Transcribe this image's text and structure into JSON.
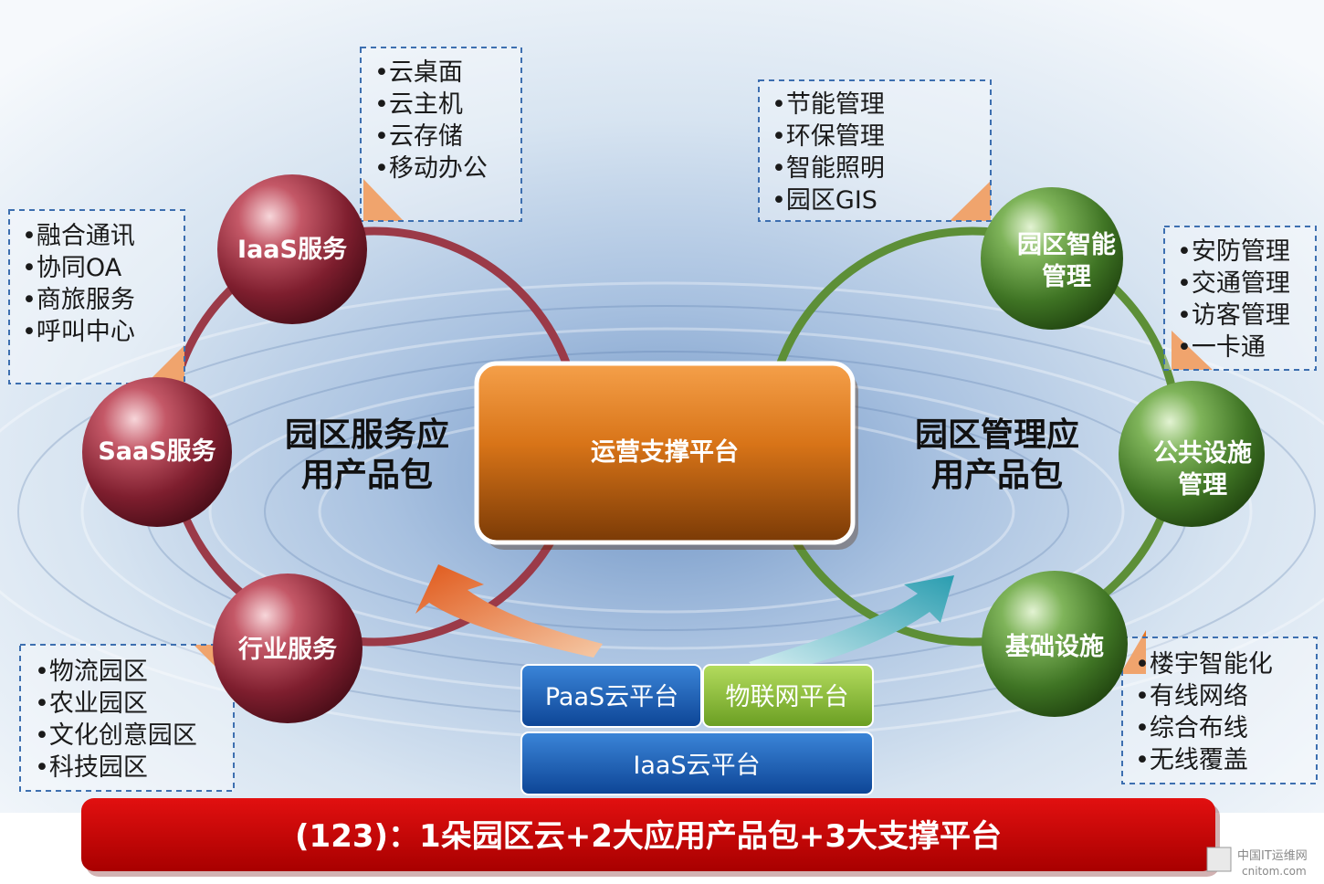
{
  "center": {
    "platform_label": "运营支撑平台"
  },
  "left_package": {
    "line1": "园区服务应",
    "line2": "用产品包"
  },
  "right_package": {
    "line1": "园区管理应",
    "line2": "用产品包"
  },
  "left_nodes": {
    "iaas": "IaaS服务",
    "saas": "SaaS服务",
    "industry": "行业服务"
  },
  "right_nodes": {
    "park_smart_l1": "园区智能",
    "park_smart_l2": "管理",
    "public_l1": "公共设施",
    "public_l2": "管理",
    "infra": "基础设施"
  },
  "boxes": {
    "iaas_items": [
      "•云桌面",
      "•云主机",
      "•云存储",
      "•移动办公"
    ],
    "saas_items": [
      "•融合通讯",
      "•协同OA",
      "•商旅服务",
      "•呼叫中心"
    ],
    "industry_items": [
      "•物流园区",
      "•农业园区",
      "•文化创意园区",
      "•科技园区"
    ],
    "park_mgmt_items": [
      "•节能管理",
      "•环保管理",
      "•智能照明",
      "•园区GIS"
    ],
    "public_items": [
      "•安防管理",
      "•交通管理",
      "•访客管理",
      "•一卡通"
    ],
    "infra_items": [
      "•楼宇智能化",
      "•有线网络",
      "•综合布线",
      "•无线覆盖"
    ]
  },
  "platforms": {
    "paas": "PaaS云平台",
    "iot": "物联网平台",
    "iaas": "IaaS云平台"
  },
  "banner": "(123)：1朵园区云+2大应用产品包+3大支撑平台",
  "watermark": {
    "cn": "中国IT运维网",
    "en": "cnitom.com"
  },
  "colors": {
    "red_node": "#8e2737",
    "green_node": "#4f8a2f",
    "orange_accent": "#e8741f",
    "banner_red": "#c80000",
    "platform_blue": "#1a5fb4",
    "platform_green": "#8fc23c"
  }
}
